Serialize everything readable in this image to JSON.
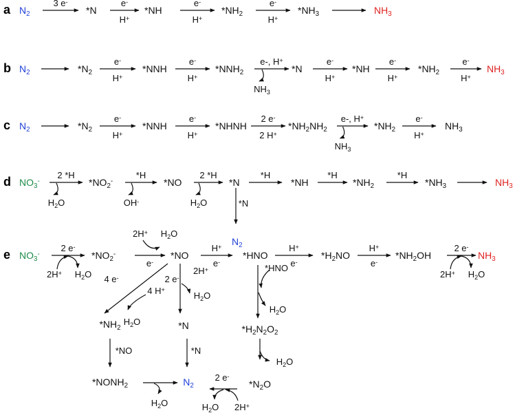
{
  "colors": {
    "n2": "#1f3fd6",
    "nh3": "#e02020",
    "no3": "#1e8a4a",
    "text": "#111111"
  },
  "panels": [
    {
      "label": "a",
      "nodes": [
        {
          "text": "N2",
          "color": "n2"
        },
        {
          "text": "*N"
        },
        {
          "text": "*NH"
        },
        {
          "text": "*NH2"
        },
        {
          "text": "*NH3"
        },
        {
          "text": "NH3",
          "color": "nh3"
        }
      ],
      "arrows": [
        {
          "top": "3 e-"
        },
        {
          "top": "e-",
          "bottom": "H+"
        },
        {
          "top": "e-",
          "bottom": "H+"
        },
        {
          "top": "e-",
          "bottom": "H+"
        },
        {}
      ]
    },
    {
      "label": "b",
      "nodes": [
        {
          "text": "N2",
          "color": "n2"
        },
        {
          "text": "*N2"
        },
        {
          "text": "*NNH"
        },
        {
          "text": "*NNH2"
        },
        {
          "text": "*N"
        },
        {
          "text": "*NH"
        },
        {
          "text": "*NH2"
        },
        {
          "text": "NH3",
          "color": "nh3"
        }
      ],
      "arrows": [
        {},
        {
          "top": "e-",
          "bottom": "H+"
        },
        {
          "top": "e-",
          "bottom": "H+"
        },
        {
          "top": "e-, H+",
          "out": "NH3"
        },
        {
          "top": "e-",
          "bottom": "H+"
        },
        {
          "top": "e-",
          "bottom": "H+"
        },
        {
          "top": "e-",
          "bottom": "H+"
        }
      ]
    },
    {
      "label": "c",
      "nodes": [
        {
          "text": "N2",
          "color": "n2"
        },
        {
          "text": "*N2"
        },
        {
          "text": "*NNH"
        },
        {
          "text": "*NHNH"
        },
        {
          "text": "*NH2NH2"
        },
        {
          "text": "*NH2"
        },
        {
          "text": "NH3"
        }
      ],
      "arrows": [
        {},
        {
          "top": "e-",
          "bottom": "H+"
        },
        {
          "top": "e-",
          "bottom": "H+"
        },
        {
          "top": "2 e-",
          "bottom": "2 H+"
        },
        {
          "top": "e-, H+",
          "out": "NH3"
        },
        {
          "top": "e-",
          "bottom": "H+"
        }
      ]
    },
    {
      "label": "d",
      "nodes": [
        {
          "text": "NO3-",
          "color": "no3"
        },
        {
          "text": "*NO2-"
        },
        {
          "text": "*NO"
        },
        {
          "text": "*N"
        },
        {
          "text": "*NH"
        },
        {
          "text": "*NH2"
        },
        {
          "text": "*NH3"
        },
        {
          "text": "NH3",
          "color": "nh3"
        }
      ],
      "arrows": [
        {
          "top": "2 *H",
          "out": "H2O"
        },
        {
          "top": "*H",
          "out": "OH-"
        },
        {
          "top": "2 *H",
          "out": "H2O"
        },
        {
          "top": "*H"
        },
        {
          "top": "*H"
        },
        {
          "top": "*H"
        },
        {}
      ],
      "branch": {
        "label": "*N",
        "product": {
          "text": "N2",
          "color": "n2"
        }
      }
    },
    {
      "label": "e",
      "main_nodes": [
        {
          "text": "NO3-",
          "color": "no3"
        },
        {
          "text": "*NO2-"
        },
        {
          "text": "*NO"
        },
        {
          "text": "*HNO"
        },
        {
          "text": "*H2NO"
        },
        {
          "text": "*NH2OH"
        },
        {
          "text": "NH3",
          "color": "nh3"
        }
      ],
      "main_arrows": [
        {
          "top": "2 e-",
          "in": "2H+",
          "out": "H2O"
        },
        {
          "top": "e-",
          "in": "2H+",
          "out": "H2O"
        },
        {
          "top": "H+",
          "bottom": "e-"
        },
        {
          "top": "H+",
          "bottom": "e-"
        },
        {
          "top": "H+",
          "bottom": "e-"
        },
        {
          "top": "2 e-",
          "in": "2H+",
          "out": "H2O"
        }
      ],
      "nh2_route": {
        "electrons": "4 e-",
        "protons": "4 H+",
        "water": "H2O",
        "node": "*NH2",
        "reagent": "*NO",
        "adduct": "*NONH2",
        "water2": "H2O"
      },
      "n_route": {
        "electrons": "2 e-",
        "protons": "2H+",
        "water": "H2O",
        "node": "*N",
        "reagent": "*N"
      },
      "hno_route": {
        "reagent": "*HNO",
        "water": "H2O",
        "dimer": "*H2N2O2",
        "water2": "H2O",
        "node": "*N2O",
        "electrons": "2 e-",
        "water3": "H2O",
        "protons": "2H+"
      },
      "product": {
        "text": "N2",
        "color": "n2"
      }
    }
  ]
}
